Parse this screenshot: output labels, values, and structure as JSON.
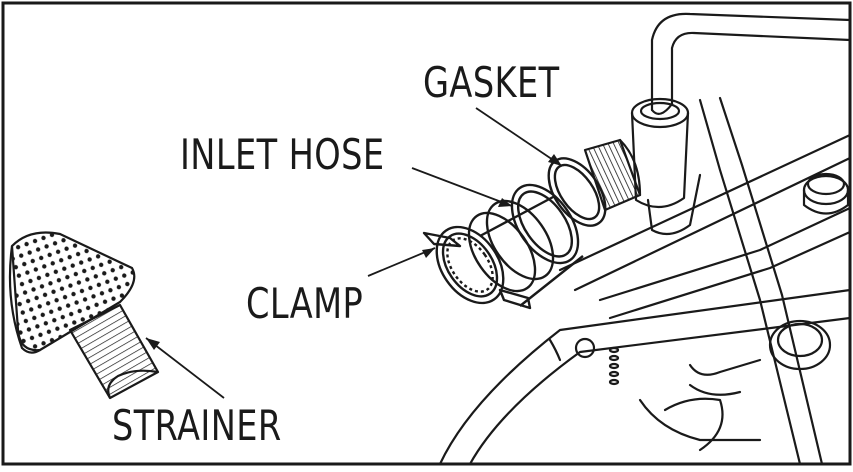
{
  "labels": {
    "gasket": "GASKET",
    "inlet_hose": "INLET HOSE",
    "clamp": "CLAMP",
    "strainer": "STRAINER"
  },
  "colors": {
    "line": "#1a1a1a",
    "background": "#ffffff"
  }
}
